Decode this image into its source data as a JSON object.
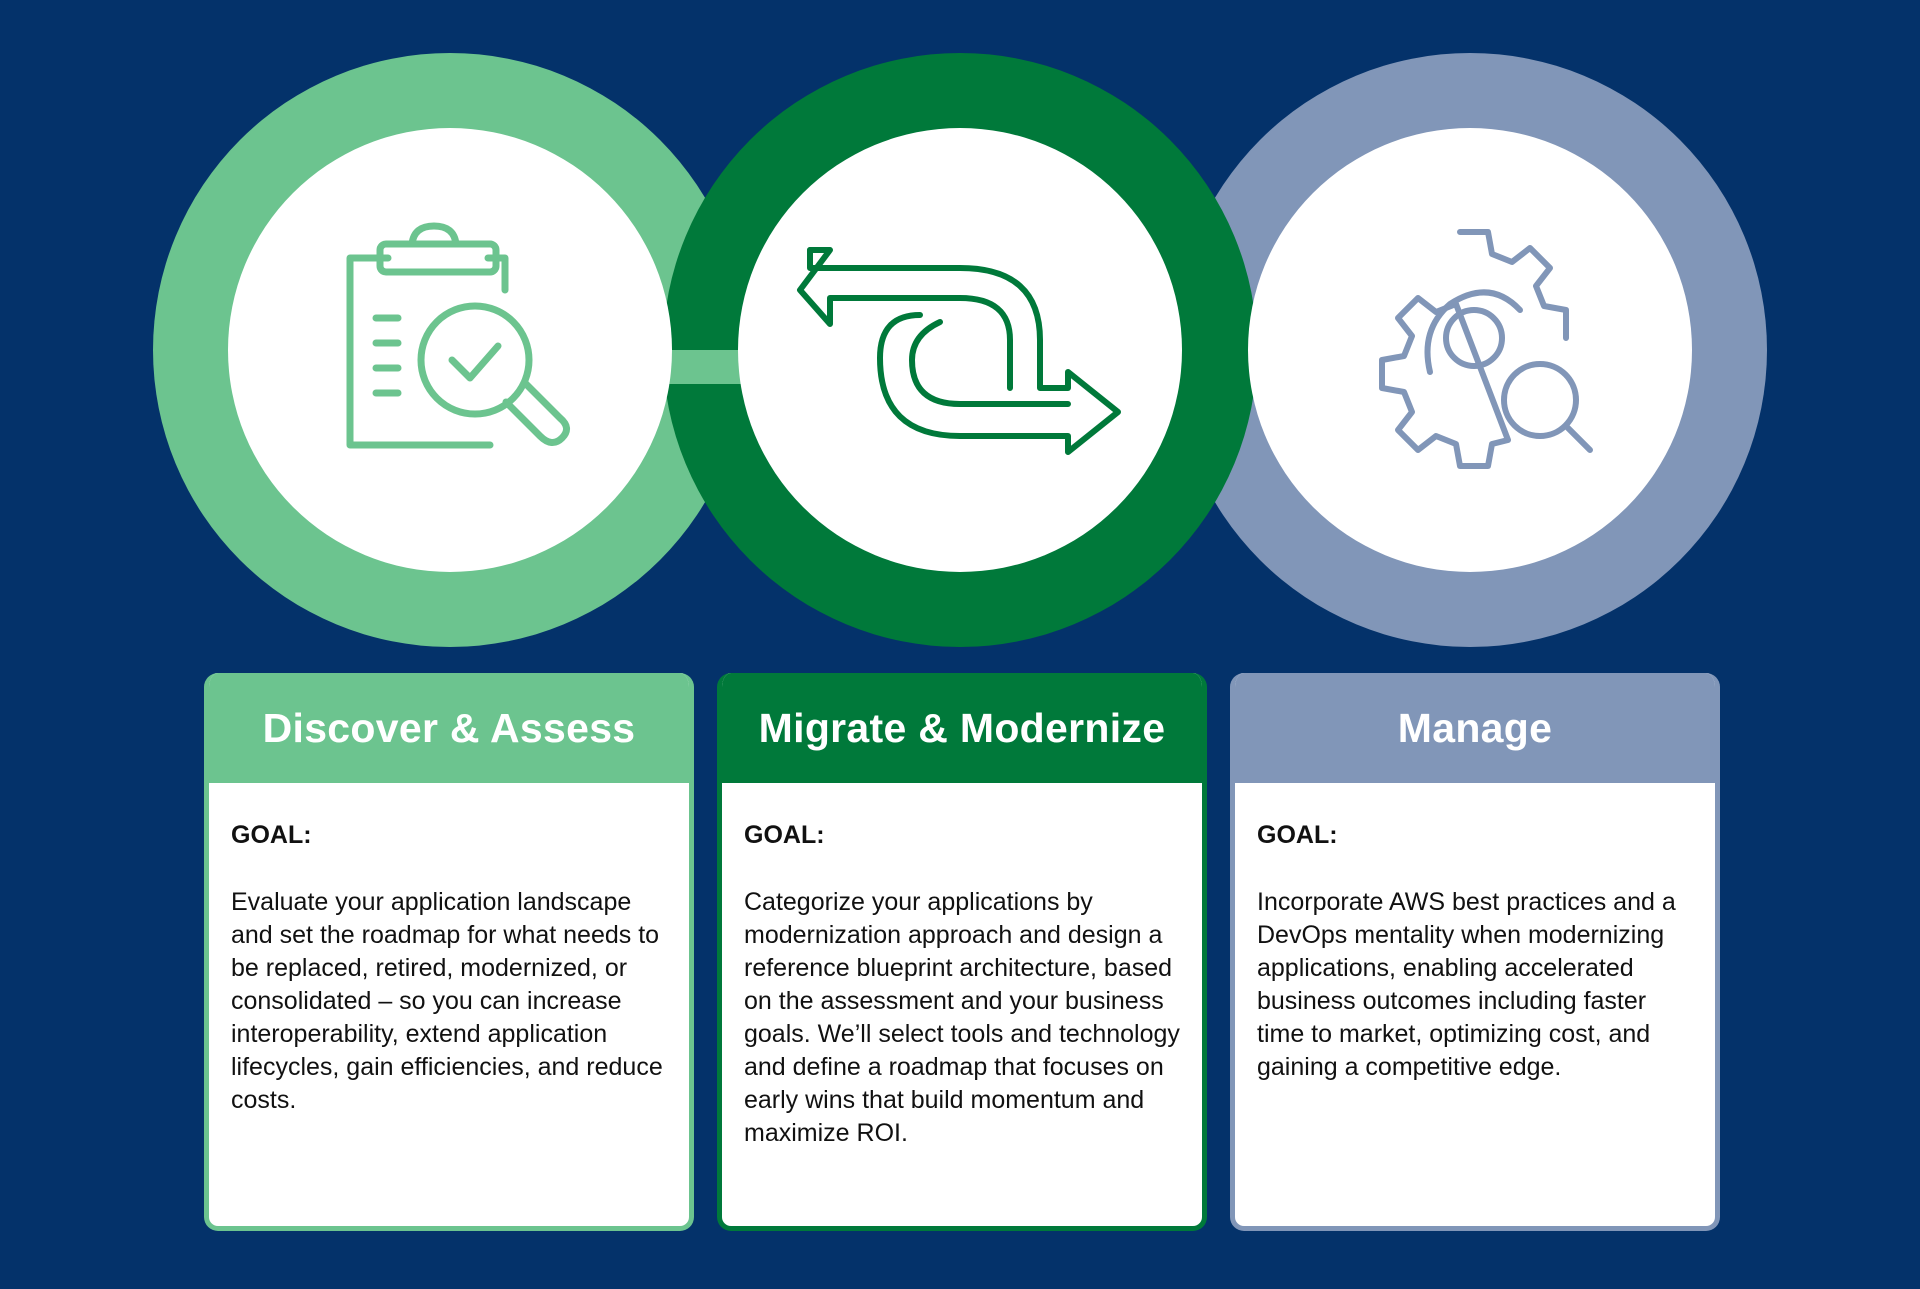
{
  "colors": {
    "background": "#04326a",
    "discover": "#6cc48f",
    "migrate": "#00793a",
    "manage": "#8196b8",
    "inner": "#ffffff"
  },
  "phases": [
    {
      "icon": "clipboard-magnifier-check-icon",
      "title": "Discover & Assess",
      "goal_label": "GOAL:",
      "description": "Evaluate your application landscape and set the roadmap for what needs to be replaced, retired, modernized, or consolidated – so you can increase interoperability, extend application lifecycles, gain efficiencies, and reduce costs."
    },
    {
      "icon": "loop-arrows-icon",
      "title": "Migrate & Modernize",
      "goal_label": "GOAL:",
      "description": "Categorize your applications by modernization approach and design a reference blueprint architecture, based on the assessment and your business goals. We’ll select tools and technology and define a roadmap that focuses on early wins that build momentum and maximize ROI."
    },
    {
      "icon": "gear-magnifier-icon",
      "title": "Manage",
      "goal_label": "GOAL:",
      "description": "Incorporate AWS best practices and a DevOps mentality when modernizing applications, enabling accelerated business outcomes including faster time to market, optimizing cost, and gaining a competitive edge."
    }
  ]
}
